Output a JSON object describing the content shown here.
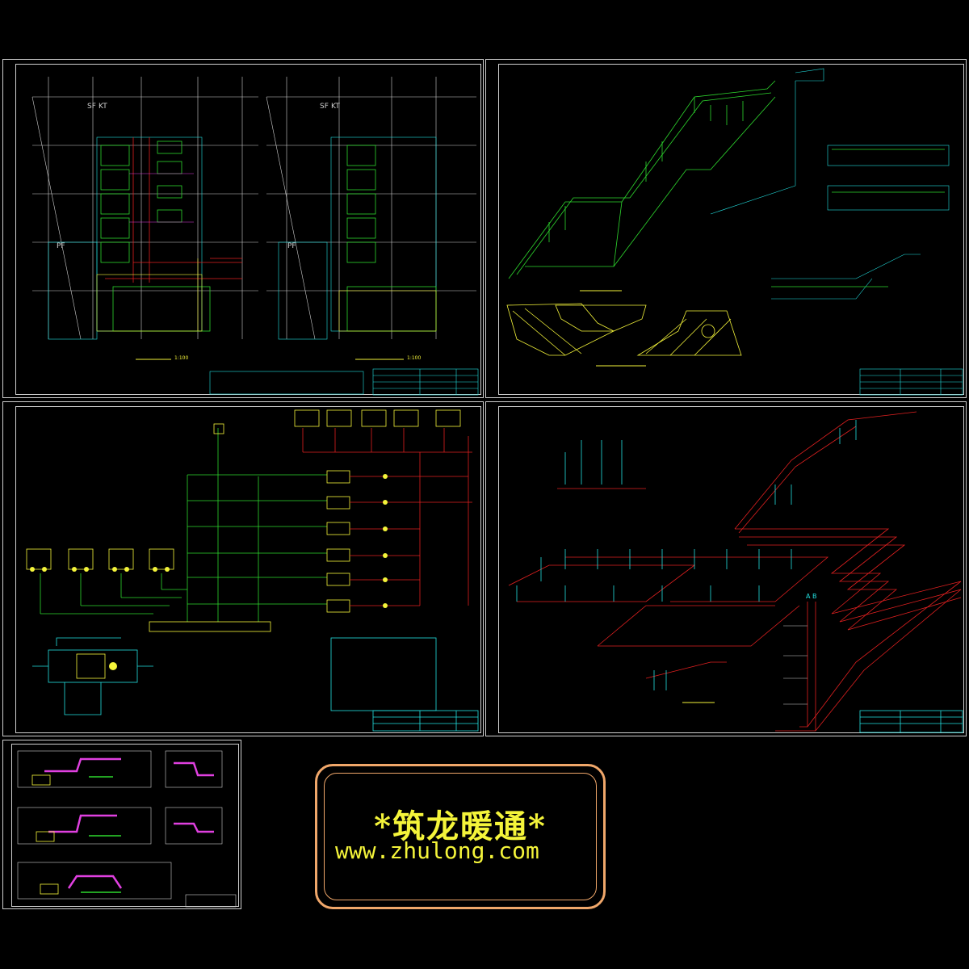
{
  "sheets": [
    {
      "id": "sheet-1",
      "title": "plant-room-plans"
    },
    {
      "id": "sheet-2",
      "title": "isometric-piping"
    },
    {
      "id": "sheet-3",
      "title": "control-schematic"
    },
    {
      "id": "sheet-4",
      "title": "riser-system"
    },
    {
      "id": "sheet-5",
      "title": "sections"
    }
  ],
  "watermark": {
    "brand": "*筑龙暖通*",
    "url": "www.zhulong.com"
  },
  "labels": {
    "sf": "SF",
    "kt": "KT",
    "pf": "PF",
    "scale_1": "1:100",
    "scale_2": "1:100",
    "riser_ab": "A B"
  },
  "colors": {
    "background": "#000000",
    "frame": "#d0d0d0",
    "cyan": "#22e0e0",
    "green": "#2ed82e",
    "red": "#e02020",
    "yellow": "#f4f43a",
    "magenta": "#e040e0",
    "banner_border": "#f0a76a"
  }
}
